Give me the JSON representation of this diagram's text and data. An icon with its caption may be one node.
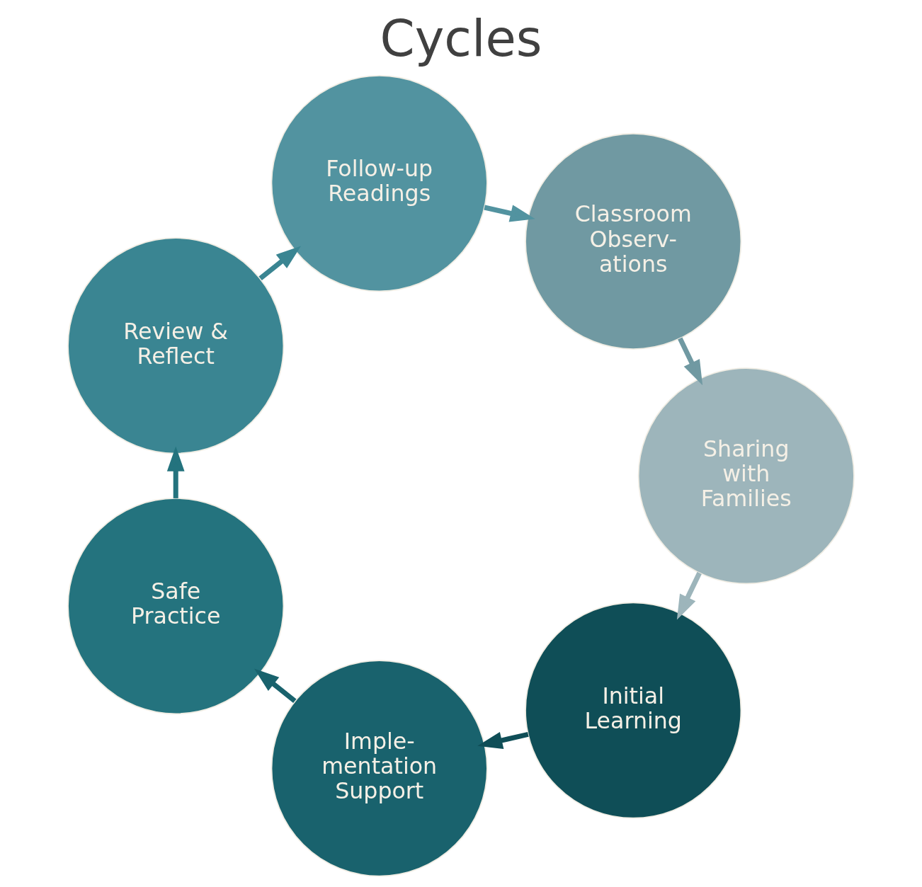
{
  "diagram": {
    "title": "Cycles",
    "nodes": [
      {
        "text": [
          "Initial Learning"
        ]
      },
      {
        "text": [
          "Imple- mentation Support"
        ]
      },
      {
        "text": [
          "Safe Practice"
        ]
      },
      {
        "text": [
          "Review & Reflect"
        ]
      },
      {
        "text": [
          "Follow-up Readings"
        ]
      },
      {
        "text": [
          "Classroom Observ- ations"
        ]
      },
      {
        "text": [
          "Sharing with Families"
        ]
      }
    ],
    "edges": [
      {
        "from": 0,
        "to": 1,
        "arrow": "to",
        "color": "#0f4e57"
      },
      {
        "from": 1,
        "to": 2,
        "arrow": "to",
        "color": "#19626d"
      },
      {
        "from": 2,
        "to": 3,
        "arrow": "to",
        "color": "#24737e"
      },
      {
        "from": 3,
        "to": 4,
        "arrow": "to",
        "color": "#3a8592"
      },
      {
        "from": 4,
        "to": 5,
        "arrow": "to",
        "color": "#5293a0"
      },
      {
        "from": 5,
        "to": 6,
        "arrow": "to",
        "color": "#7099a2"
      },
      {
        "from": 6,
        "to": 0,
        "arrow": "to",
        "color": "#9db5bb"
      }
    ]
  }
}
